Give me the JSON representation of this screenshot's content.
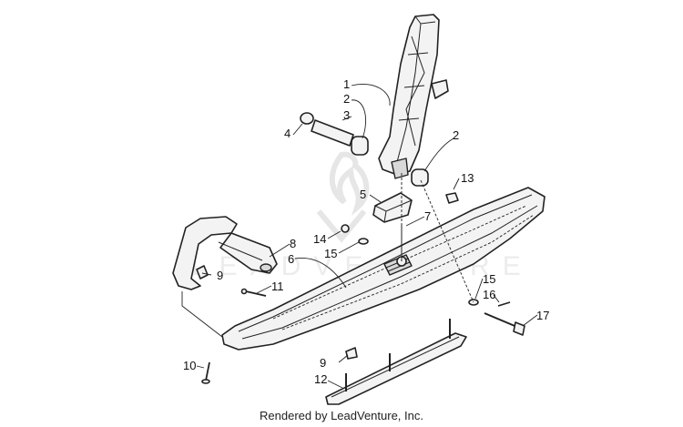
{
  "callouts": {
    "c1": "1",
    "c2a": "2",
    "c2b": "2",
    "c3": "3",
    "c4": "4",
    "c5": "5",
    "c6": "6",
    "c7": "7",
    "c8": "8",
    "c9a": "9",
    "c9b": "9",
    "c10": "10",
    "c11": "11",
    "c12": "12",
    "c13": "13",
    "c14": "14",
    "c15a": "15",
    "c15b": "15",
    "c16": "16",
    "c17": "17"
  },
  "watermark": {
    "text": "LEADVENTURE"
  },
  "footer": {
    "text": "Rendered by LeadVenture, Inc."
  }
}
